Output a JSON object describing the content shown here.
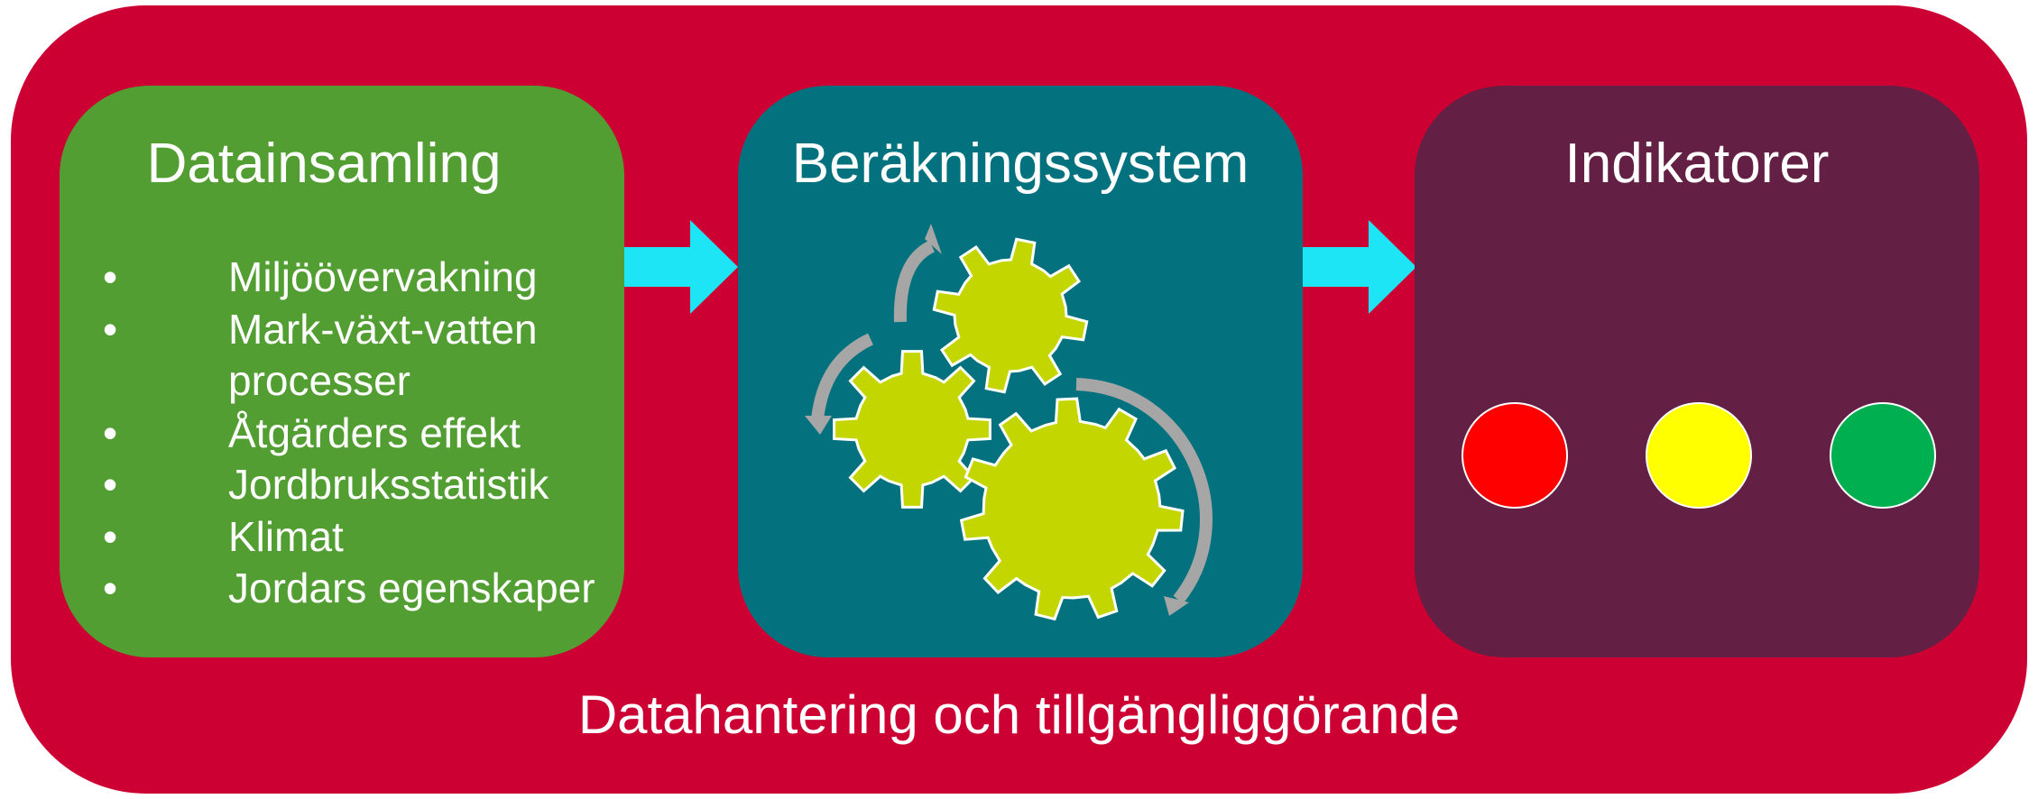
{
  "datainsamling": {
    "title": "Datainsamling",
    "bullet": "•",
    "items": [
      "Miljöövervakning",
      "Mark-växt-vatten",
      "processer",
      "Åtgärders effekt",
      "Jordbruksstatistik",
      "Klimat",
      "Jordars egenskaper"
    ]
  },
  "berakningssystem": {
    "title": "Beräkningssystem",
    "icon": "gears-icon"
  },
  "indikatorer": {
    "title": "Indikatorer",
    "lights": [
      {
        "name": "red",
        "color": "#ff0000"
      },
      {
        "name": "yellow",
        "color": "#ffff00"
      },
      {
        "name": "green",
        "color": "#00b050"
      }
    ]
  },
  "caption": "Datahantering och tillgängliggörande",
  "colors": {
    "background": "#cc0033",
    "green_box": "#529e32",
    "teal_box": "#03727e",
    "purple_box": "#631f44",
    "arrow": "#1ee5f5",
    "gear": "#c4d600",
    "rotation_arrow": "#a6a6a6"
  }
}
